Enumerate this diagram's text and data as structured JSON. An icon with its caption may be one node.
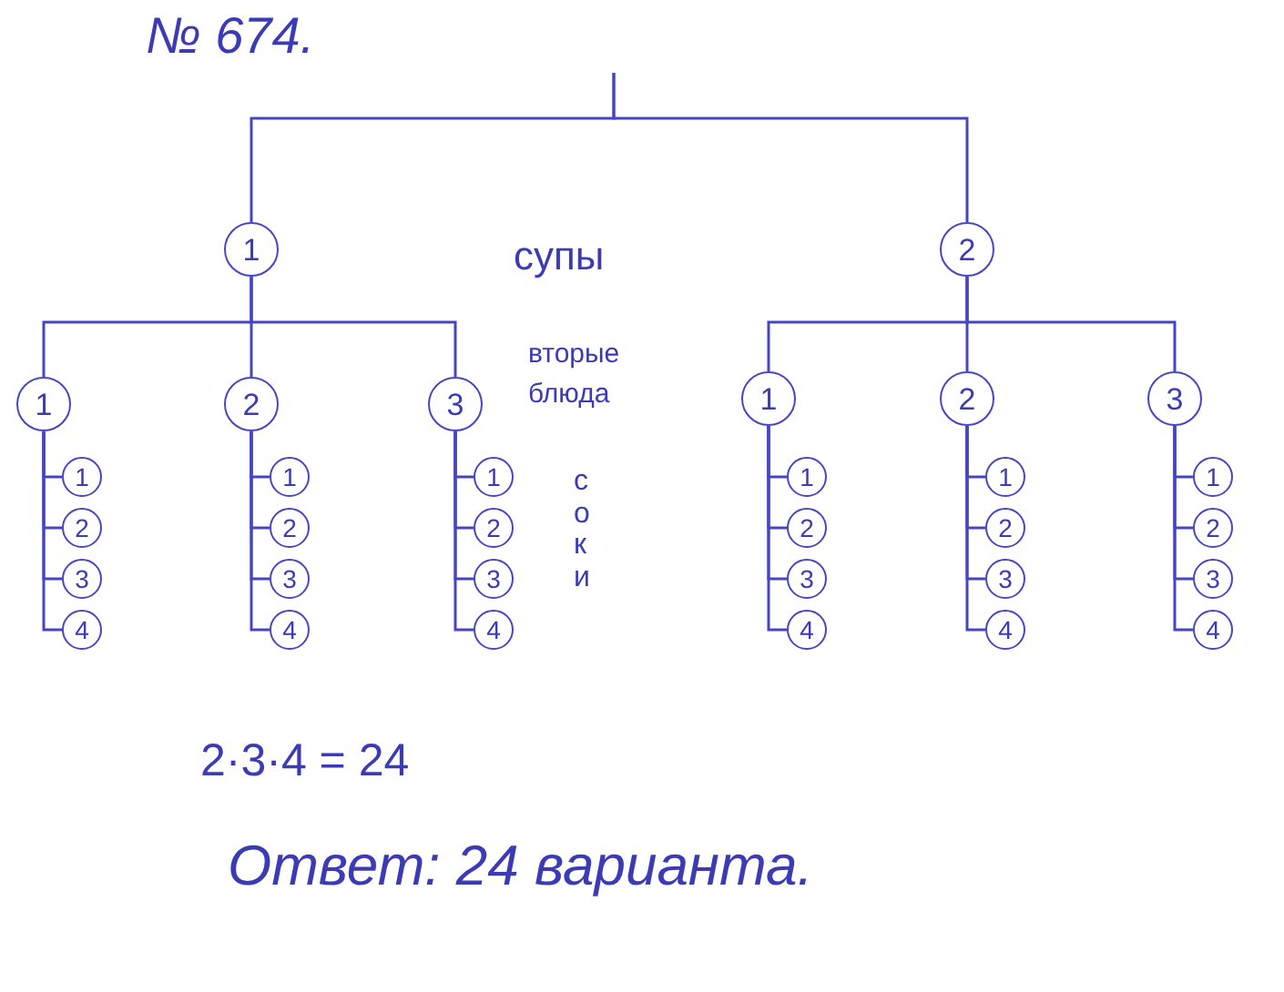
{
  "diagram": {
    "title": "№ 674.",
    "nodes": [
      {
        "text": [
          "1"
        ]
      },
      {
        "text": [
          "2"
        ]
      },
      {
        "text": [
          "1"
        ]
      },
      {
        "text": [
          "2"
        ]
      },
      {
        "text": [
          "3"
        ]
      },
      {
        "text": [
          "1"
        ]
      },
      {
        "text": [
          "2"
        ]
      },
      {
        "text": [
          "3"
        ]
      },
      {
        "text": [
          "1"
        ]
      },
      {
        "text": [
          "2"
        ]
      },
      {
        "text": [
          "3"
        ]
      },
      {
        "text": [
          "4"
        ]
      },
      {
        "text": [
          "1"
        ]
      },
      {
        "text": [
          "2"
        ]
      },
      {
        "text": [
          "3"
        ]
      },
      {
        "text": [
          "4"
        ]
      },
      {
        "text": [
          "1"
        ]
      },
      {
        "text": [
          "2"
        ]
      },
      {
        "text": [
          "3"
        ]
      },
      {
        "text": [
          "4"
        ]
      },
      {
        "text": [
          "1"
        ]
      },
      {
        "text": [
          "2"
        ]
      },
      {
        "text": [
          "3"
        ]
      },
      {
        "text": [
          "4"
        ]
      },
      {
        "text": [
          "1"
        ]
      },
      {
        "text": [
          "2"
        ]
      },
      {
        "text": [
          "3"
        ]
      },
      {
        "text": [
          "4"
        ]
      },
      {
        "text": [
          "1"
        ]
      },
      {
        "text": [
          "2"
        ]
      },
      {
        "text": [
          "3"
        ]
      },
      {
        "text": [
          "4"
        ]
      }
    ],
    "edges": [
      {
        "from": null,
        "to": 0,
        "arrow": "none"
      },
      {
        "from": null,
        "to": 1,
        "arrow": "none"
      },
      {
        "from": 0,
        "to": 2,
        "arrow": "none"
      },
      {
        "from": 0,
        "to": 3,
        "arrow": "none"
      },
      {
        "from": 0,
        "to": 4,
        "arrow": "none"
      },
      {
        "from": 1,
        "to": 5,
        "arrow": "none"
      },
      {
        "from": 1,
        "to": 6,
        "arrow": "none"
      },
      {
        "from": 1,
        "to": 7,
        "arrow": "none"
      },
      {
        "from": 2,
        "to": 8,
        "arrow": "none"
      },
      {
        "from": 2,
        "to": 9,
        "arrow": "none"
      },
      {
        "from": 2,
        "to": 10,
        "arrow": "none"
      },
      {
        "from": 2,
        "to": 11,
        "arrow": "none"
      },
      {
        "from": 3,
        "to": 12,
        "arrow": "none"
      },
      {
        "from": 3,
        "to": 13,
        "arrow": "none"
      },
      {
        "from": 3,
        "to": 14,
        "arrow": "none"
      },
      {
        "from": 3,
        "to": 15,
        "arrow": "none"
      },
      {
        "from": 4,
        "to": 16,
        "arrow": "none"
      },
      {
        "from": 4,
        "to": 17,
        "arrow": "none"
      },
      {
        "from": 4,
        "to": 18,
        "arrow": "none"
      },
      {
        "from": 4,
        "to": 19,
        "arrow": "none"
      },
      {
        "from": 5,
        "to": 20,
        "arrow": "none"
      },
      {
        "from": 5,
        "to": 21,
        "arrow": "none"
      },
      {
        "from": 5,
        "to": 22,
        "arrow": "none"
      },
      {
        "from": 5,
        "to": 23,
        "arrow": "none"
      },
      {
        "from": 6,
        "to": 24,
        "arrow": "none"
      },
      {
        "from": 6,
        "to": 25,
        "arrow": "none"
      },
      {
        "from": 6,
        "to": 26,
        "arrow": "none"
      },
      {
        "from": 6,
        "to": 27,
        "arrow": "none"
      },
      {
        "from": 7,
        "to": 28,
        "arrow": "none"
      },
      {
        "from": 7,
        "to": 29,
        "arrow": "none"
      },
      {
        "from": 7,
        "to": 30,
        "arrow": "none"
      },
      {
        "from": 7,
        "to": 31,
        "arrow": "none"
      }
    ],
    "labels": [
      "супы",
      "вторые блюда",
      "соки",
      "2·3·4 = 24",
      "Ответ: 24 варианта."
    ]
  }
}
